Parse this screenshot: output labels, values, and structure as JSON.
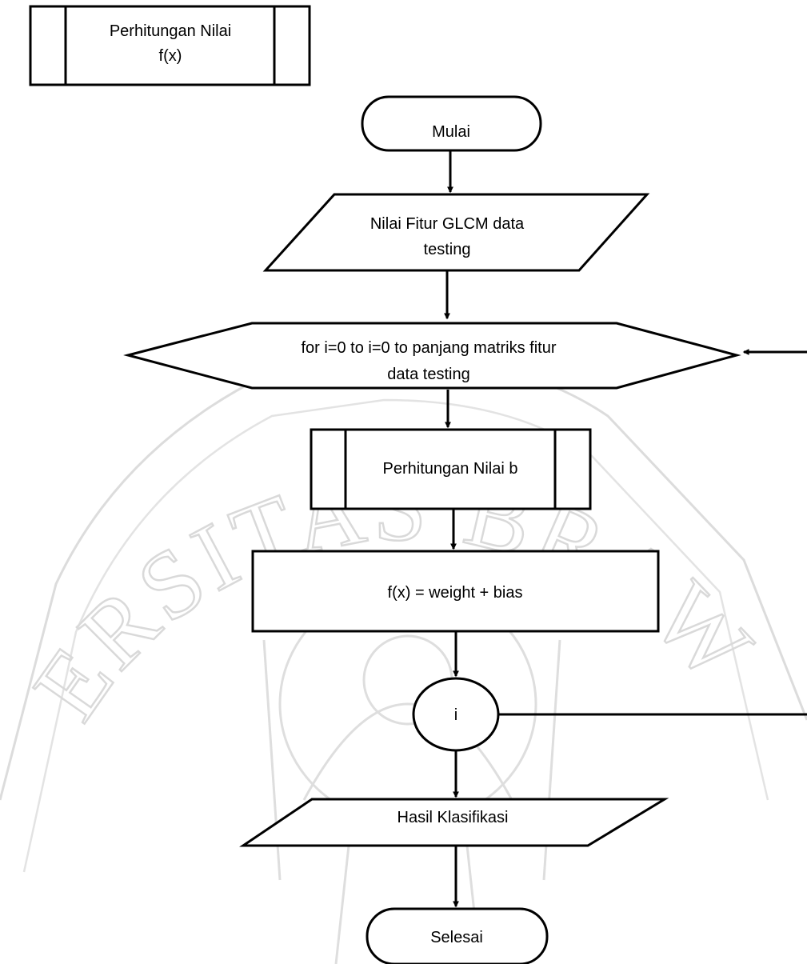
{
  "legend_box": {
    "line1": "Perhitungan Nilai",
    "line2": "f(x)"
  },
  "start": {
    "label": "Mulai"
  },
  "input": {
    "line1": "Nilai Fitur GLCM data",
    "line2": "testing"
  },
  "loop": {
    "line1": "for i=0 to i=0 to panjang matriks fitur",
    "line2": "data testing"
  },
  "subprocess": {
    "label": "Perhitungan Nilai b"
  },
  "process": {
    "label": "f(x) = weight + bias"
  },
  "connector": {
    "label": "i"
  },
  "output": {
    "label": "Hasil Klasifikasi"
  },
  "end": {
    "label": "Selesai"
  },
  "watermark": {
    "text": "UNIVERSITAS BRAWIJAYA"
  },
  "colors": {
    "stroke": "#000000",
    "watermark": "#d9d9d9",
    "background": "#ffffff"
  }
}
